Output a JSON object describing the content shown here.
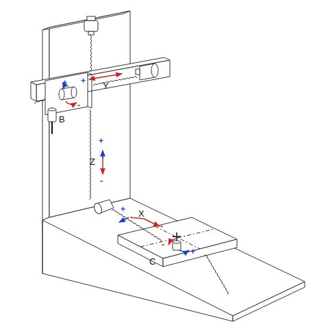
{
  "diagram": {
    "labels": [
      "+",
      "-",
      "B",
      "+",
      "Y",
      "+",
      "Z",
      "-",
      "+",
      "X",
      "-",
      "-",
      "+",
      "C"
    ]
  }
}
